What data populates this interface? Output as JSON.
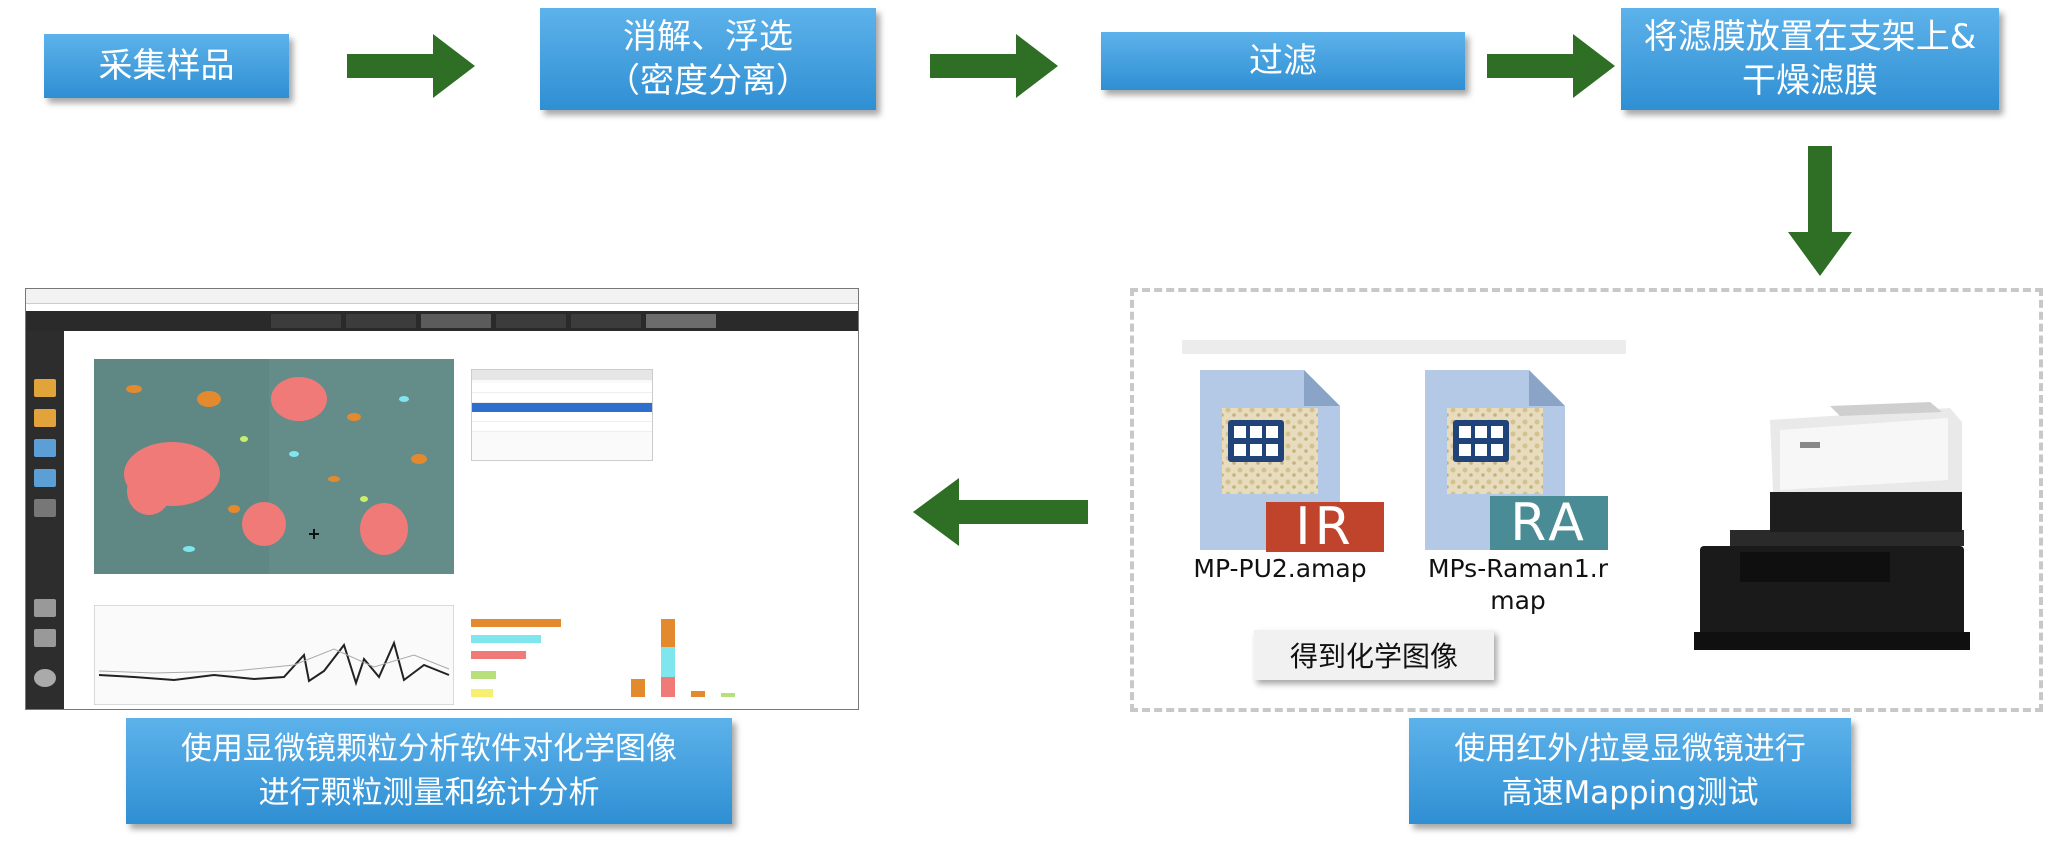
{
  "steps": {
    "collect": "采集样品",
    "digest": "消解、浮选\n（密度分离）",
    "filter": "过滤",
    "mount": "将滤膜放置在支架上&\n干燥滤膜",
    "mapping": "使用红外/拉曼显微镜进行\n高速Mapping测试",
    "analysis": "使用显微镜颗粒分析软件对化学图像\n进行颗粒测量和统计分析"
  },
  "files": {
    "ir_name": "MP-PU2.amap",
    "ir_badge": "IR",
    "ra_name": "MPs-Raman1.r\nmap",
    "ra_badge": "RA"
  },
  "chem_image_label": "得到化学图像",
  "colors": {
    "step_box": "#3b98d9",
    "arrow": "#2e6e25",
    "ir_badge": "#c0432c",
    "ra_badge": "#4a8c96",
    "file_body": "#b3c9e6",
    "particle_pink": "#f07a78",
    "particle_orange": "#e38a2f",
    "particle_cyan": "#7fe6ee"
  },
  "icons": [
    "arrow-right-icon",
    "arrow-down-icon",
    "arrow-left-icon",
    "file-icon",
    "image-grid-icon",
    "microscope-device"
  ]
}
